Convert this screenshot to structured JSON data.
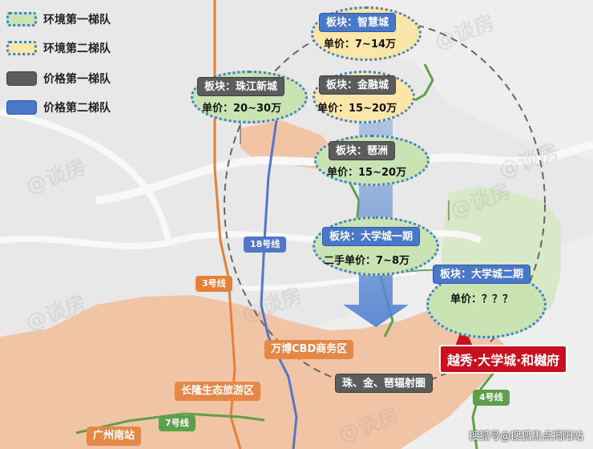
{
  "legend": [
    {
      "label": "环境第一梯队",
      "fill": "#c9e3b3",
      "border": "#3f7fd0",
      "style": "dotted"
    },
    {
      "label": "环境第二梯队",
      "fill": "#fbe6a9",
      "border": "#3f7fd0",
      "style": "dotted"
    },
    {
      "label": "价格第一梯队",
      "fill": "#5c5c5c",
      "border": "#3f3f3f",
      "style": "solid"
    },
    {
      "label": "价格第二梯队",
      "fill": "#4a78c8",
      "border": "#2f5aa8",
      "style": "solid"
    }
  ],
  "blocks": {
    "zhihuicheng": {
      "name": "板块：智慧城",
      "price": "单价：7~14万"
    },
    "zhujiang": {
      "name": "板块：珠江新城",
      "price": "单价：20~30万"
    },
    "jinrongcheng": {
      "name": "板块：金融城",
      "price": "单价：15~20万"
    },
    "pazhou": {
      "name": "板块：琶洲",
      "price": "单价：15~20万"
    },
    "daxuecheng1": {
      "name": "板块：大学城一期",
      "price": "二手单价：7~8万"
    },
    "daxuecheng2": {
      "name": "板块：大学城二期",
      "price": "单价：？？？"
    }
  },
  "metro_lines": {
    "line18": "18号线",
    "line3": "3号线",
    "line7": "7号线",
    "line4": "4号线"
  },
  "places": {
    "wanbo": "万博CBD商务区",
    "changlong": "长隆生态旅游区",
    "guangzhou_south": "广州南站",
    "radiation": "珠、金、琶辐射圈"
  },
  "project": "越秀·大学城·和樾府",
  "watermarks": [
    "@谈房",
    "@谈房",
    "@谈房",
    "@谈房",
    "@谈房",
    "@谈房",
    "@谈房"
  ],
  "footer": "搜狐号@搜狐焦点揭阳站",
  "colors": {
    "line3": "#e5803a",
    "line18": "#5277c6",
    "line7": "#5ea04a",
    "line4": "#5ea04a",
    "district": "#f2c4a6",
    "callout": "#c8101e"
  }
}
